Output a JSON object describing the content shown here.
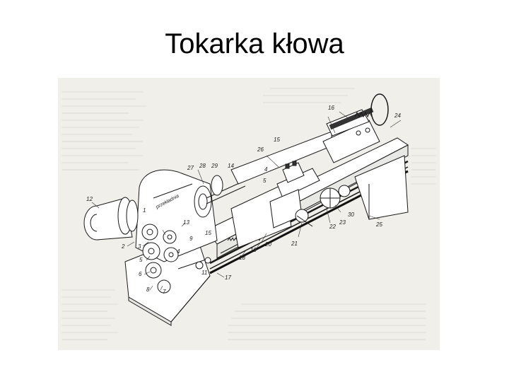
{
  "slide": {
    "title": "Tokarka kłowa"
  },
  "diagram": {
    "rotated_label": "przekładnia",
    "part_labels": [
      "12",
      "2",
      "3",
      "4",
      "5",
      "6",
      "7",
      "8",
      "1",
      "13",
      "9",
      "15",
      "11",
      "17",
      "27",
      "28",
      "29",
      "14",
      "26",
      "15",
      "16",
      "24",
      "30",
      "23",
      "25",
      "22",
      "21",
      "20",
      "19",
      "18",
      "4",
      "5"
    ]
  }
}
